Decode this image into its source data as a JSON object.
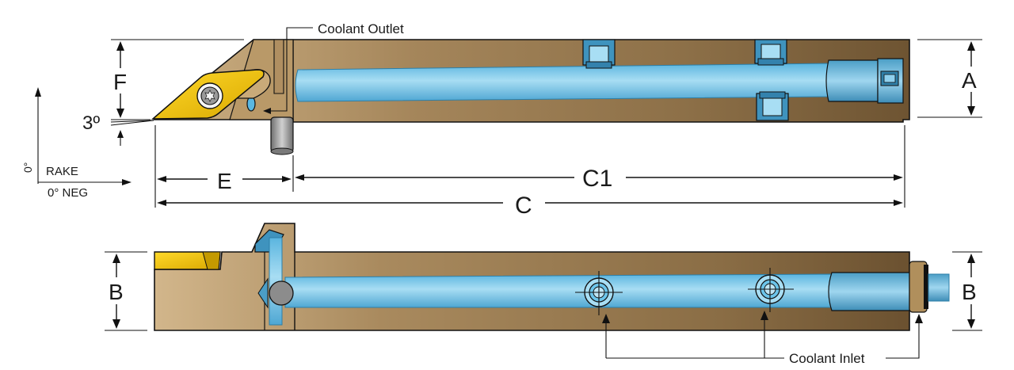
{
  "labels": {
    "coolant_outlet": "Coolant Outlet",
    "coolant_inlet": "Coolant Inlet",
    "rake": "RAKE",
    "zero_deg": "0°",
    "zero_neg": "0° NEG",
    "angle": "3º"
  },
  "dimensions": {
    "F": "F",
    "A": "A",
    "E": "E",
    "C1": "C1",
    "C": "C",
    "B_left": "B",
    "B_right": "B"
  },
  "colors": {
    "body": "#a88656",
    "body_light": "#c8aa7c",
    "body_dark": "#7d6138",
    "coolant": "#6cc4ea",
    "coolant_light": "#a9def4",
    "insert": "#f1c500",
    "steel": "#9a9a9a",
    "fitting": "#3d8fb5"
  }
}
